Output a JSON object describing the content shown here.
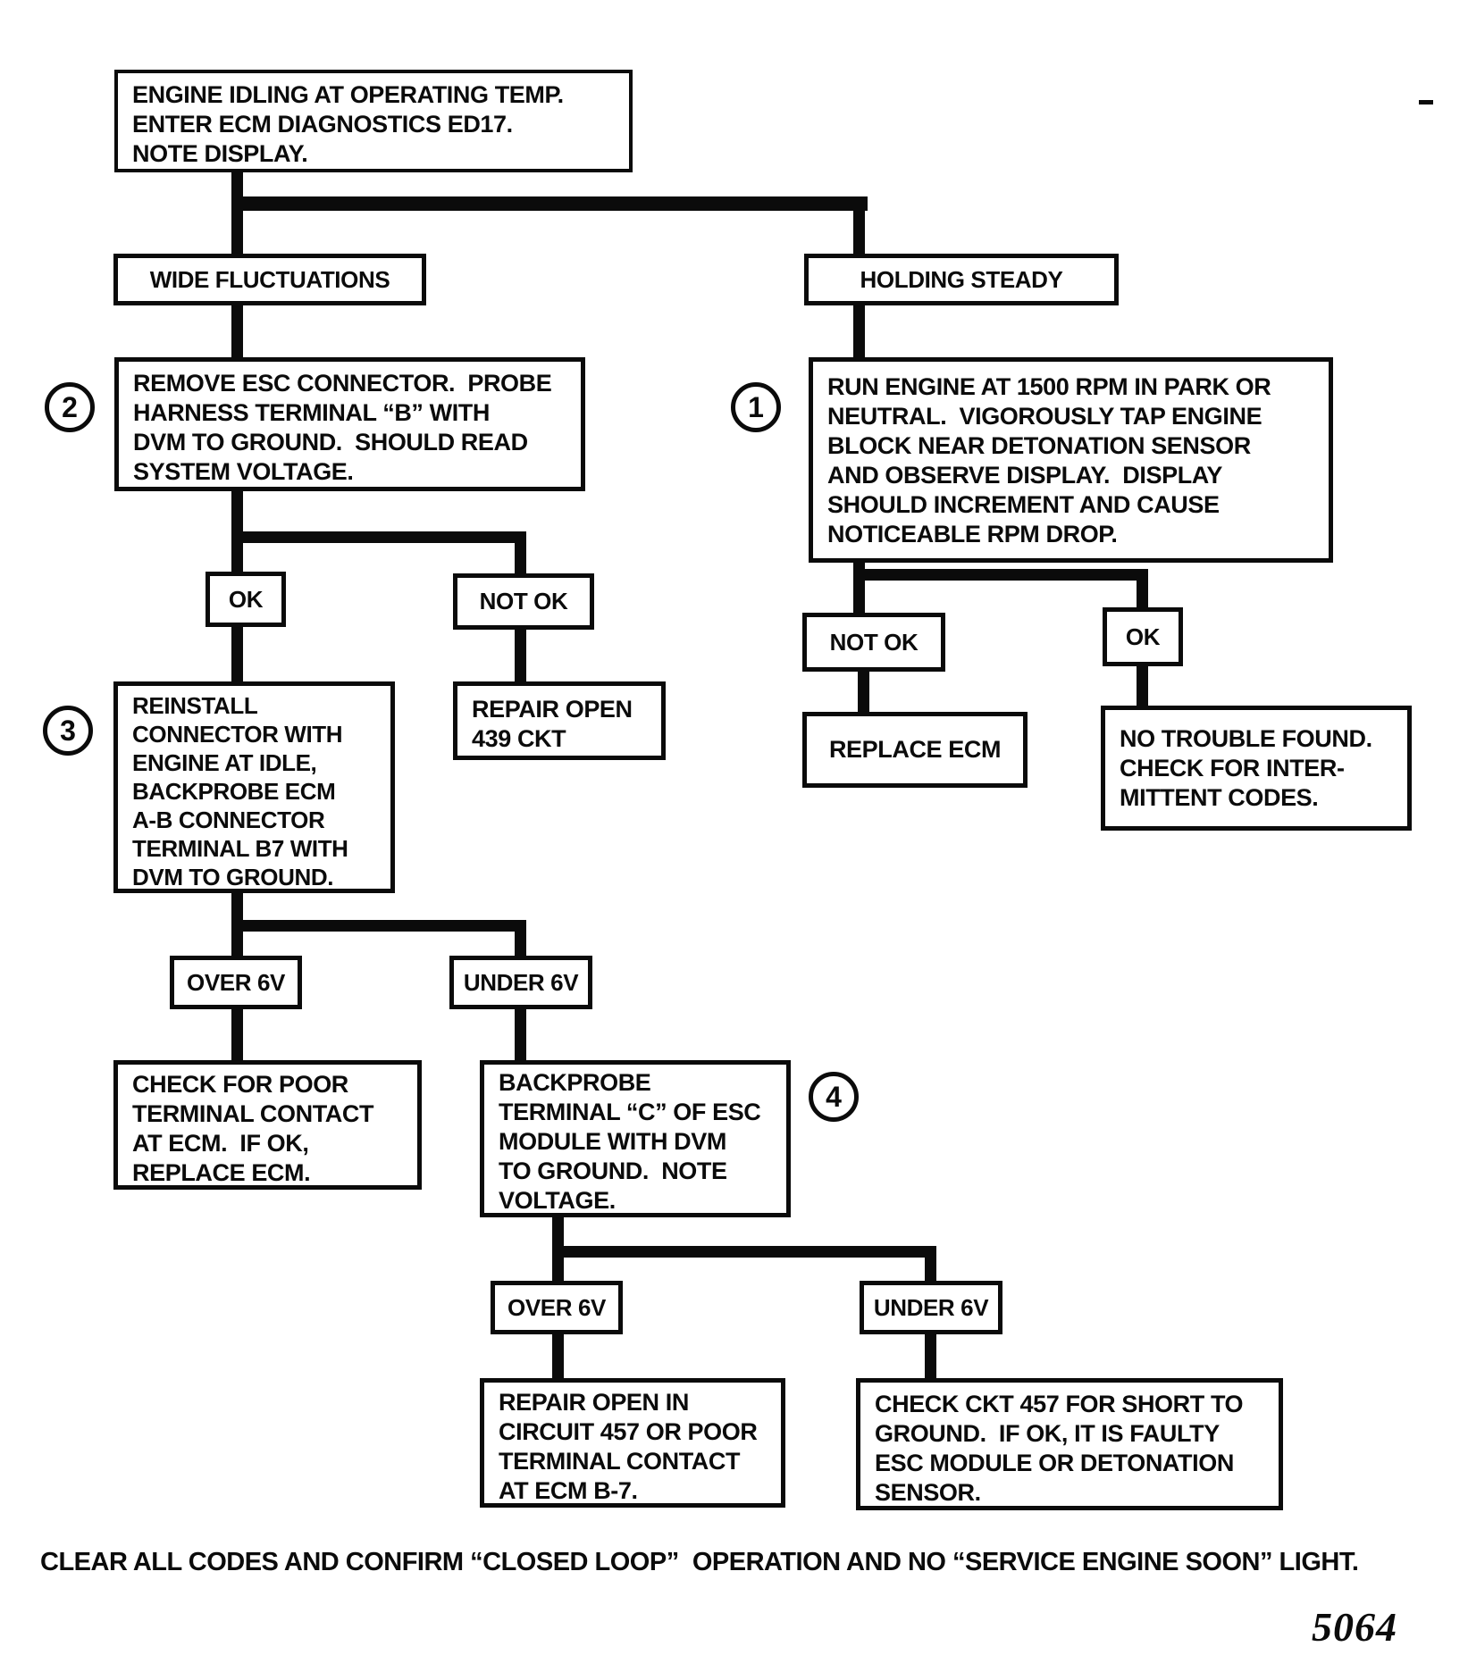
{
  "title": "ESC diagnostic flowchart",
  "figure_number": "5064",
  "footer_note": "CLEAR ALL CODES AND CONFIRM “CLOSED LOOP”  OPERATION AND NO “SERVICE ENGINE SOON” LIGHT.",
  "colors": {
    "ink": "#0b0b0b",
    "paper": "#ffffff"
  },
  "nodes": {
    "start": {
      "lines": [
        "ENGINE IDLING AT OPERATING TEMP.",
        "ENTER ECM DIAGNOSTICS ED17.",
        "NOTE DISPLAY."
      ]
    },
    "wide_fluctuations": {
      "label": "WIDE FLUCTUATIONS"
    },
    "holding_steady": {
      "label": "HOLDING STEADY"
    },
    "step2": {
      "step": "2",
      "lines": [
        "REMOVE ESC CONNECTOR.  PROBE",
        "HARNESS TERMINAL “B” WITH",
        "DVM TO GROUND.  SHOULD READ",
        "SYSTEM VOLTAGE."
      ]
    },
    "step1": {
      "step": "1",
      "lines": [
        "RUN ENGINE AT 1500 RPM IN PARK OR",
        "NEUTRAL.  VIGOROUSLY TAP ENGINE",
        "BLOCK NEAR DETONATION SENSOR",
        "AND OBSERVE DISPLAY.  DISPLAY",
        "SHOULD INCREMENT AND CAUSE",
        "NOTICEABLE RPM DROP."
      ]
    },
    "ok_left": {
      "label": "OK"
    },
    "not_ok_left": {
      "label": "NOT OK"
    },
    "repair_439": {
      "lines": [
        "REPAIR OPEN",
        "439 CKT"
      ]
    },
    "step3": {
      "step": "3",
      "lines": [
        "REINSTALL",
        "CONNECTOR WITH",
        "ENGINE AT IDLE,",
        "BACKPROBE ECM",
        "A-B CONNECTOR",
        "TERMINAL B7 WITH",
        "DVM TO GROUND."
      ]
    },
    "not_ok_right": {
      "label": "NOT OK"
    },
    "ok_right": {
      "label": "OK"
    },
    "replace_ecm": {
      "label": "REPLACE ECM"
    },
    "no_trouble": {
      "lines": [
        "NO TROUBLE FOUND.",
        "CHECK FOR INTER-",
        "MITTENT CODES."
      ]
    },
    "over6v_1": {
      "label": "OVER 6V"
    },
    "under6v_1": {
      "label": "UNDER 6V"
    },
    "check_poor": {
      "lines": [
        "CHECK FOR POOR",
        "TERMINAL CONTACT",
        "AT ECM.  IF OK,",
        "REPLACE ECM."
      ]
    },
    "step4": {
      "step": "4",
      "lines": [
        "BACKPROBE",
        "TERMINAL “C” OF ESC",
        "MODULE WITH DVM",
        "TO GROUND.  NOTE",
        "VOLTAGE."
      ]
    },
    "over6v_2": {
      "label": "OVER 6V"
    },
    "under6v_2": {
      "label": "UNDER 6V"
    },
    "repair_457": {
      "lines": [
        "REPAIR OPEN IN",
        "CIRCUIT 457 OR POOR",
        "TERMINAL CONTACT",
        "AT ECM B-7."
      ]
    },
    "check_457": {
      "lines": [
        "CHECK CKT 457 FOR SHORT TO",
        "GROUND.  IF OK, IT IS FAULTY",
        "ESC MODULE OR DETONATION",
        "SENSOR."
      ]
    }
  }
}
